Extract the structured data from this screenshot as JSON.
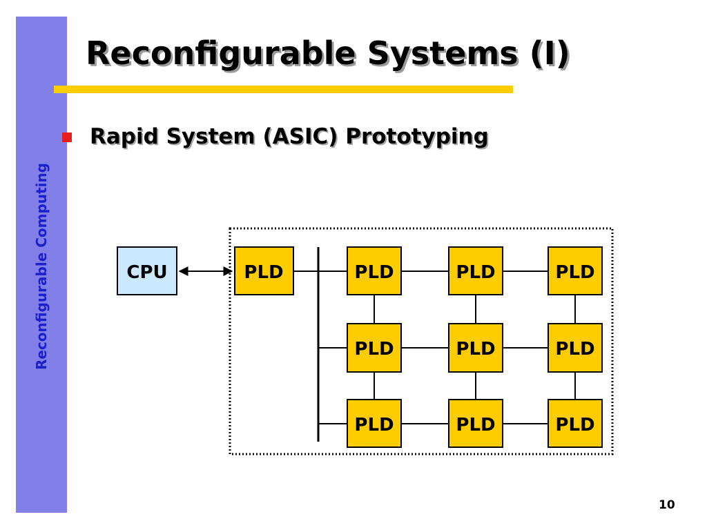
{
  "slide": {
    "title": "Reconfigurable Systems (I)",
    "side_label": "Reconfigurable Computing",
    "page_number": "10"
  },
  "bullets": [
    {
      "text": "Rapid System (ASIC) Prototyping"
    }
  ],
  "diagram": {
    "cpu": {
      "label": "CPU",
      "fill": "#cce8ff"
    },
    "pld_label": "PLD",
    "pld_fill": "#ffcc00",
    "grid_rows": 3,
    "grid_cols": 3
  },
  "colors": {
    "sidebar": "#8080e8",
    "sidebar_text": "#1f1fc8",
    "accent_underline": "#ffcc00",
    "bullet": "#e6201c"
  }
}
